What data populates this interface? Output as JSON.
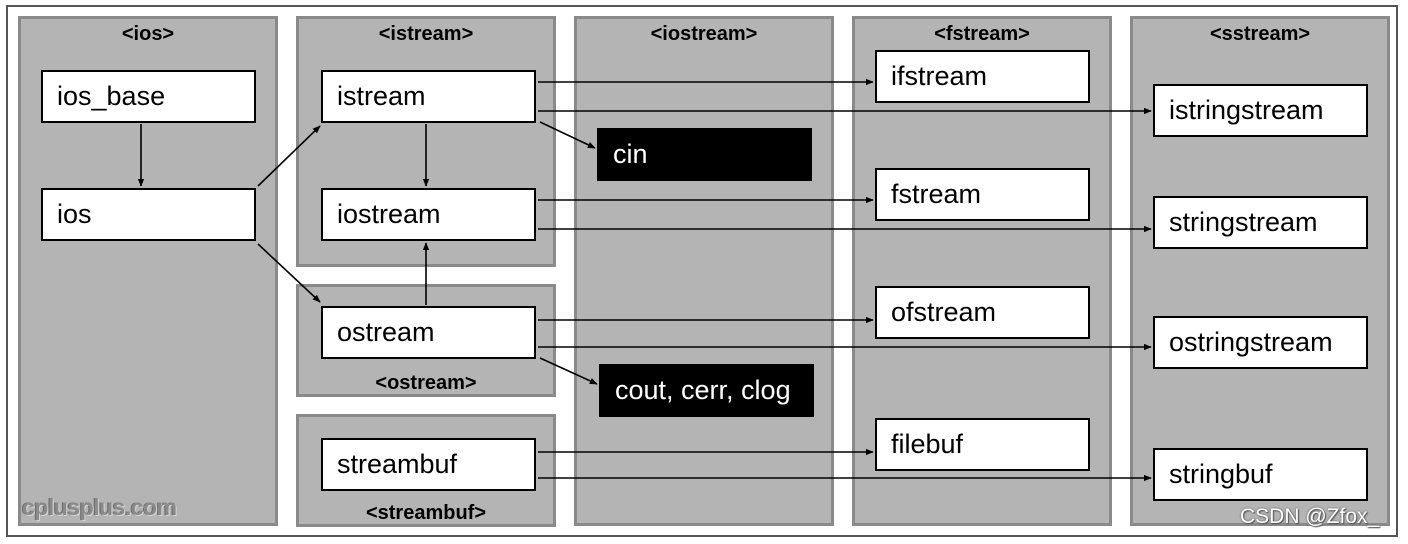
{
  "panels": {
    "ios": "<ios>",
    "istream": "<istream>",
    "ostream": "<ostream>",
    "streambuf": "<streambuf>",
    "iostream": "<iostream>",
    "fstream": "<fstream>",
    "sstream": "<sstream>"
  },
  "classes": {
    "ios_base": "ios_base",
    "ios": "ios",
    "istream": "istream",
    "iostream": "iostream",
    "ostream": "ostream",
    "streambuf": "streambuf",
    "cin": "cin",
    "cout_cerr_clog": "cout, cerr, clog",
    "ifstream": "ifstream",
    "fstream": "fstream",
    "ofstream": "ofstream",
    "filebuf": "filebuf",
    "istringstream": "istringstream",
    "stringstream": "stringstream",
    "ostringstream": "ostringstream",
    "stringbuf": "stringbuf"
  },
  "watermarks": {
    "site": "cplusplus.com",
    "credit": "CSDN @Zfox_"
  },
  "colors": {
    "panel": "#b4b4b4",
    "panel_border": "#8a8a8a",
    "box": "#ffffff",
    "object_box": "#000000"
  },
  "edges": [
    {
      "from": "ios_base",
      "to": "ios"
    },
    {
      "from": "ios",
      "to": "istream"
    },
    {
      "from": "ios",
      "to": "ostream"
    },
    {
      "from": "istream",
      "to": "iostream"
    },
    {
      "from": "ostream",
      "to": "iostream"
    },
    {
      "from": "istream",
      "to": "cin"
    },
    {
      "from": "ostream",
      "to": "cout_cerr_clog"
    },
    {
      "from": "istream",
      "to": "ifstream"
    },
    {
      "from": "istream",
      "to": "istringstream"
    },
    {
      "from": "iostream",
      "to": "fstream"
    },
    {
      "from": "iostream",
      "to": "stringstream"
    },
    {
      "from": "ostream",
      "to": "ofstream"
    },
    {
      "from": "ostream",
      "to": "ostringstream"
    },
    {
      "from": "streambuf",
      "to": "filebuf"
    },
    {
      "from": "streambuf",
      "to": "stringbuf"
    }
  ]
}
